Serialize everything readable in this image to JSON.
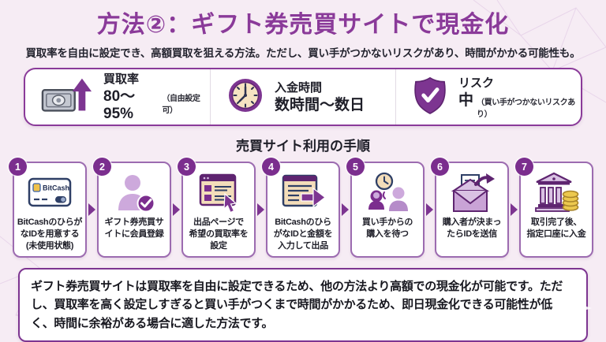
{
  "header": {
    "title": "方法②：ギフト券売買サイトで現金化",
    "subtitle": "買取率を自由に設定でき、高額買取を狙える方法。ただし、買い手がつかないリスクがあり、時間がかかる可能性も。"
  },
  "colors": {
    "accent_purple": "#8a3a99",
    "dark_purple": "#7b2e8e",
    "background": "#f6ecf4",
    "card_border": "#9c6bb0",
    "cream": "#f3ddba",
    "light_purple": "#d9c2e3",
    "coin_yellow": "#ecc84e"
  },
  "stats": [
    {
      "icon": "money-up-arrow-icon",
      "label": "買取率",
      "value": "80〜95%",
      "note": "（自由設定可）"
    },
    {
      "icon": "clock-icon",
      "label": "入金時間",
      "value": "数時間〜数日",
      "note": ""
    },
    {
      "icon": "shield-check-icon",
      "label": "リスク",
      "value": "中",
      "note": "（買い手がつかないリスクあり）"
    }
  ],
  "procedure": {
    "heading": "売買サイト利用の手順",
    "steps": [
      {
        "number": "1",
        "icon": "bitcash-card-icon",
        "label": "BitCashのひらが\nなIDを用意する\n(未使用状態)"
      },
      {
        "number": "2",
        "icon": "member-register-icon",
        "label": "ギフト券売買サ\nイトに会員登録"
      },
      {
        "number": "3",
        "icon": "listing-page-icon",
        "label": "出品ページで\n希望の買取率を\n設定"
      },
      {
        "number": "4",
        "icon": "submit-listing-icon",
        "label": "BitCashのひら\nがなIDと金額を\n入力して出品"
      },
      {
        "number": "5",
        "icon": "wait-buyer-icon",
        "label": "買い手からの\n購入を待つ"
      },
      {
        "number": "6",
        "icon": "send-id-mail-icon",
        "label": "購入者が決まっ\nたらIDを送信"
      },
      {
        "number": "7",
        "icon": "bank-deposit-icon",
        "label": "取引完了後、\n指定口座に入金"
      }
    ]
  },
  "brand": {
    "bitcash": "BitCash"
  },
  "footer": {
    "note": "ギフト券売買サイトは買取率を自由に設定できるため、他の方法より高額での現金化が可能です。ただし、買取率を高く設定しすぎると買い手がつくまで時間がかかるため、即日現金化できる可能性が低く、時間に余裕がある場合に適した方法です。"
  }
}
